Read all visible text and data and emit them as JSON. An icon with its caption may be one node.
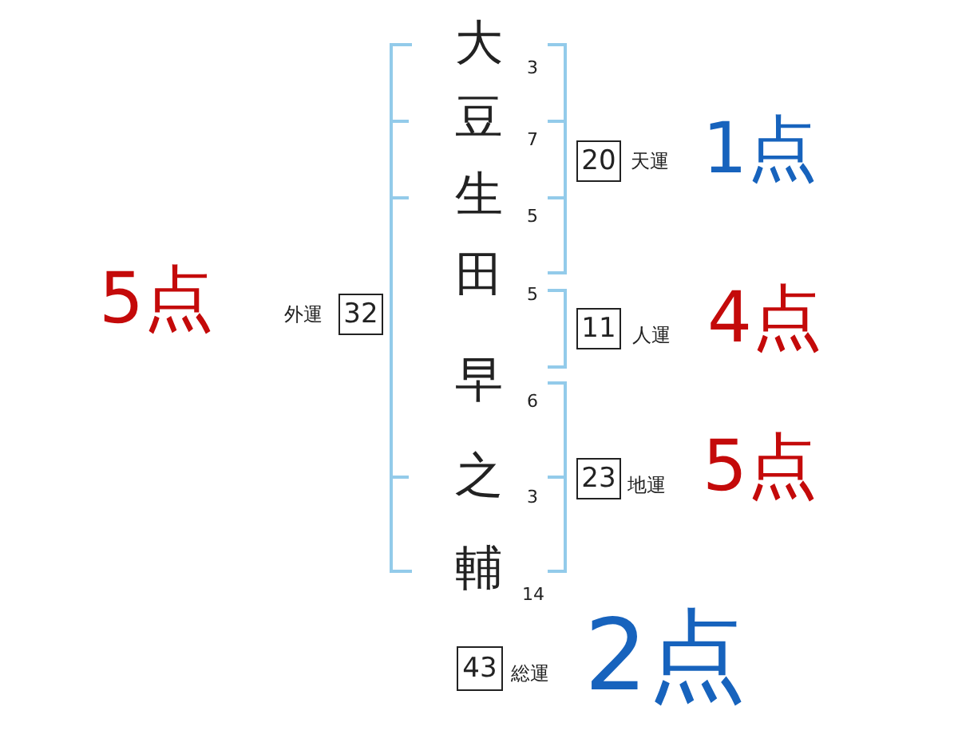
{
  "diagram": {
    "nodes": [
      {
        "text": [
          "20"
        ],
        "beside": [
          "天運",
          "1点"
        ]
      },
      {
        "text": [
          "32"
        ],
        "beside": [
          "外運",
          "5点"
        ]
      },
      {
        "text": [
          "11"
        ],
        "beside": [
          "人運",
          "4点"
        ]
      },
      {
        "text": [
          "23"
        ],
        "beside": [
          "地運",
          "5点"
        ]
      },
      {
        "text": [
          "43"
        ],
        "beside": [
          "総運",
          "2点"
        ]
      }
    ],
    "labels": [
      "大",
      "3",
      "豆",
      "7",
      "生",
      "5",
      "田",
      "5",
      "早",
      "6",
      "之",
      "3",
      "輔",
      "14"
    ]
  }
}
